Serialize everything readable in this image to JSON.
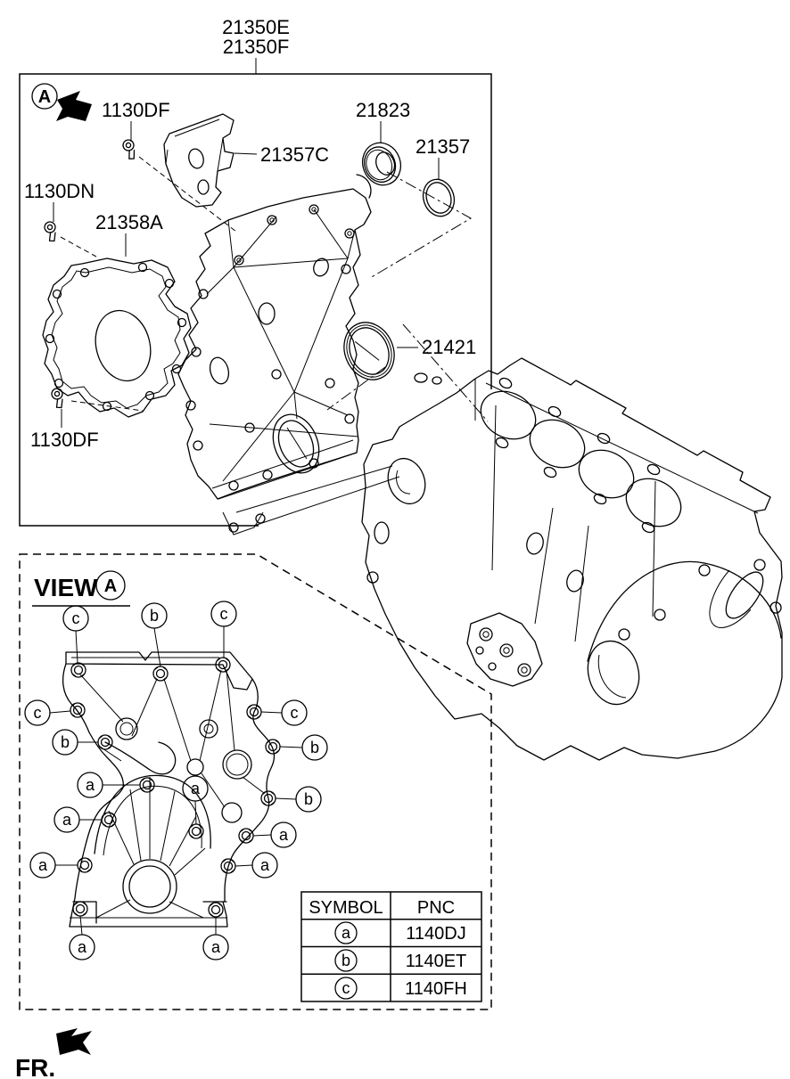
{
  "top": {
    "assembly_codes": [
      "21350E",
      "21350F"
    ],
    "detail_marker": "A",
    "parts": {
      "bolt_upper": "1130DF",
      "bracket": "21357C",
      "plug_cap": "21823",
      "oring": "21357",
      "bolt_left": "1130DN",
      "gasket": "21358A",
      "oil_seal": "21421",
      "bolt_lower": "1130DF"
    }
  },
  "view": {
    "title": "VIEW",
    "marker": "A",
    "callouts": [
      "c",
      "b",
      "c",
      "c",
      "b",
      "a",
      "a",
      "a",
      "a",
      "c",
      "b",
      "b",
      "a",
      "a",
      "a",
      "a"
    ],
    "table": {
      "col_symbol": "SYMBOL",
      "col_pnc": "PNC",
      "rows": [
        {
          "symbol": "a",
          "pnc": "1140DJ"
        },
        {
          "symbol": "b",
          "pnc": "1140ET"
        },
        {
          "symbol": "c",
          "pnc": "1140FH"
        }
      ]
    }
  },
  "footer": {
    "front_label": "FR."
  }
}
